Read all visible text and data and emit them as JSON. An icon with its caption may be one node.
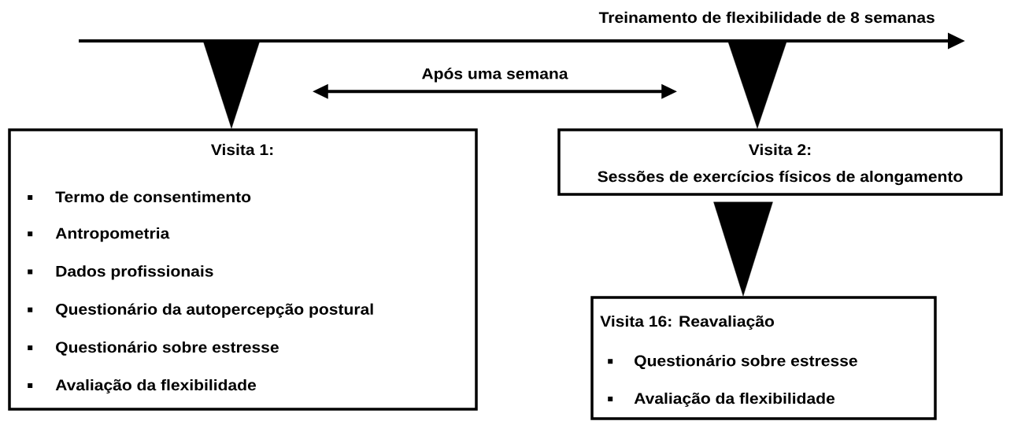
{
  "diagram": {
    "nodes": [
      {
        "text": [
          "Visita 1:",
          "Termo de consentimento",
          "Antropometria",
          "Dados profissionais",
          "Questionário da autopercepção postural",
          "Questionário sobre estresse",
          "Avaliação da flexibilidade"
        ]
      },
      {
        "text": [
          "Visita 2:",
          "Sessões de exercícios físicos de alongamento"
        ]
      },
      {
        "text": [
          "Visita 16: Reavaliação",
          "Questionário sobre estresse",
          "Avaliação da flexibilidade"
        ]
      }
    ],
    "edges": [
      {
        "from": null,
        "to": 0,
        "arrow": "to"
      },
      {
        "from": null,
        "to": 1,
        "arrow": "to"
      },
      {
        "from": 1,
        "to": 2,
        "arrow": "to"
      },
      {
        "from": 0,
        "to": 1,
        "arrow": "both",
        "label": "Após uma semana"
      }
    ],
    "labels": [
      "Treinamento de flexibilidade de 8 semanas"
    ]
  }
}
